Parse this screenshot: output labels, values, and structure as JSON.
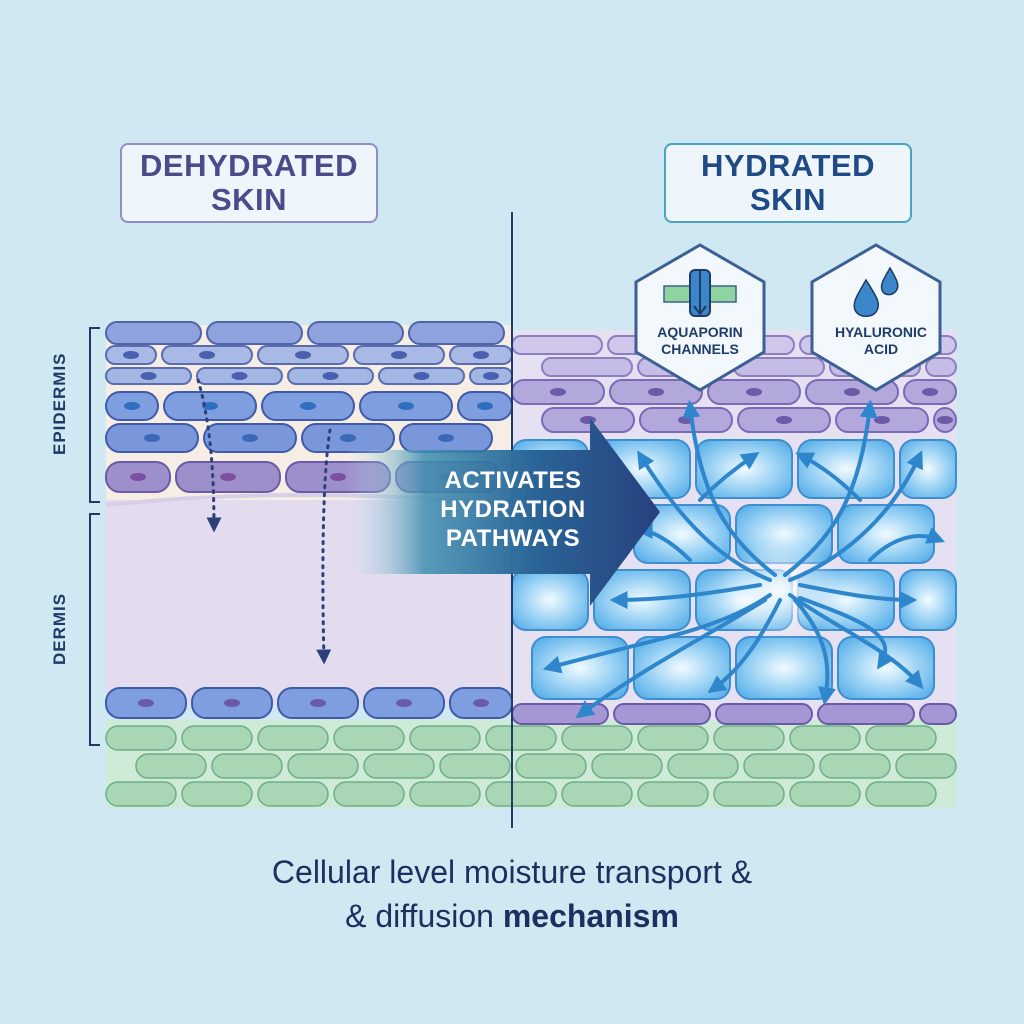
{
  "titles": {
    "left": "DEHYDRATED\nSKIN",
    "right": "HYDRATED\nSKIN"
  },
  "layer_labels": {
    "epidermis": "EPIDERMIS",
    "dermis": "DERMIS"
  },
  "hexagons": {
    "aquaporin": {
      "label": "AQUAPORIN\nCHANNELS",
      "icon": "channel-icon"
    },
    "hyaluronic": {
      "label": "HYALURONIC\nACID",
      "icon": "water-drops-icon"
    }
  },
  "arrow": {
    "label": "ACTIVATES\nHYDRATION\nPATHWAYS"
  },
  "caption": {
    "line1": "Cellular level moisture transport &",
    "line2_start": "& diffusion ",
    "line2_bold": "mechanism"
  },
  "colors": {
    "background": "#cfe8f2",
    "dehydrated_title": "#4d4a8c",
    "hydrated_title": "#1e4a86",
    "hydration_blue": "#3a9fe0",
    "dermis_purple": "#e3dcef",
    "tissue_green": "#a9d6b5",
    "cell_blue": "#6f8fd6",
    "cell_purple": "#9d8fc9"
  }
}
